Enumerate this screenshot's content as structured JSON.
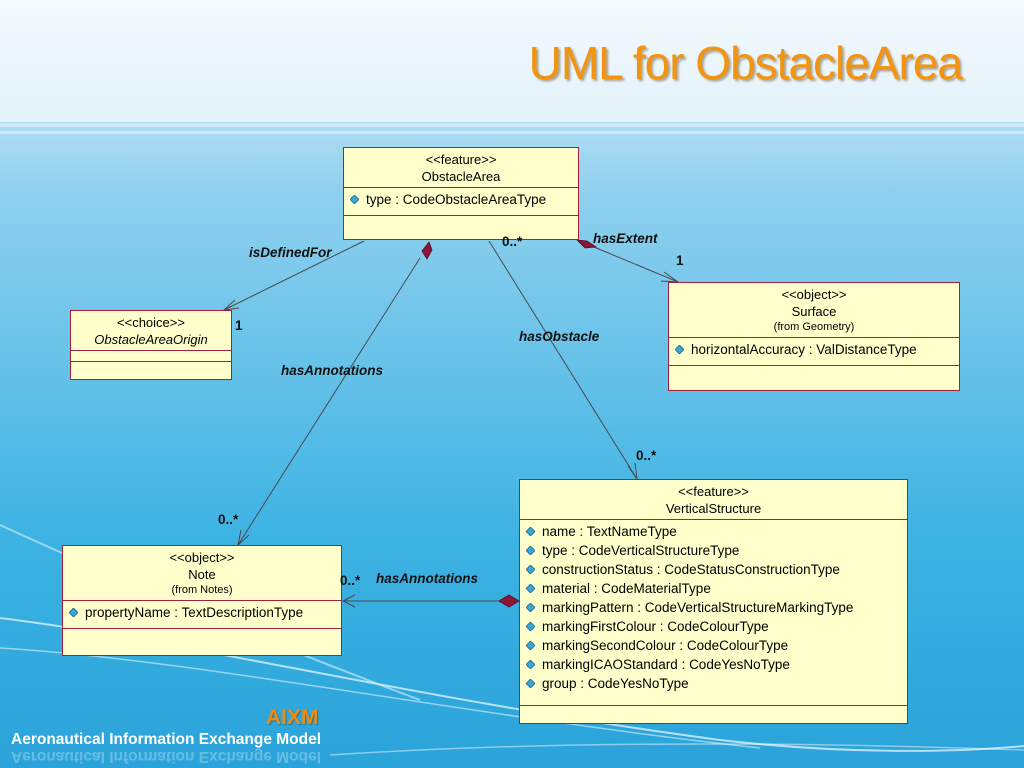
{
  "title": "UML for ObstacleArea",
  "classes": {
    "obstacle_area": {
      "stereotype": "<<feature>>",
      "name": "ObstacleArea",
      "attributes": [
        "type : CodeObstacleAreaType"
      ]
    },
    "origin": {
      "stereotype": "<<choice>>",
      "name": "ObstacleAreaOrigin"
    },
    "surface": {
      "stereotype": "<<object>>",
      "name": "Surface",
      "from": "(from Geometry)",
      "attributes": [
        "horizontalAccuracy : ValDistanceType"
      ]
    },
    "note": {
      "stereotype": "<<object>>",
      "name": "Note",
      "from": "(from Notes)",
      "attributes": [
        "propertyName : TextDescriptionType"
      ]
    },
    "vertical_structure": {
      "stereotype": "<<feature>>",
      "name": "VerticalStructure",
      "attributes": [
        "name : TextNameType",
        "type : CodeVerticalStructureType",
        "constructionStatus : CodeStatusConstructionType",
        "material : CodeMaterialType",
        "markingPattern : CodeVerticalStructureMarkingType",
        "markingFirstColour : CodeColourType",
        "markingSecondColour : CodeColourType",
        "markingICAOStandard : CodeYesNoType",
        "group : CodeYesNoType"
      ]
    }
  },
  "associations": {
    "is_defined_for": {
      "label": "isDefinedFor",
      "target_mult": "1"
    },
    "has_extent": {
      "label": "hasExtent",
      "source_mult": "0..*",
      "target_mult": "1"
    },
    "has_obstacle": {
      "label": "hasObstacle",
      "target_mult": "0..*"
    },
    "has_annotations_area": {
      "label": "hasAnnotations",
      "target_mult": "0..*"
    },
    "has_annotations_vs": {
      "label": "hasAnnotations",
      "target_mult": "0..*"
    }
  },
  "footer": {
    "brand": "AIXM",
    "subtitle": "Aeronautical Information Exchange Model"
  },
  "colors": {
    "title": "#f2940f",
    "class_fill": "#ffffcc",
    "class_border": "#a3213a",
    "aggregation": "#8b1538",
    "attribute_icon": "#3aa6d8"
  }
}
